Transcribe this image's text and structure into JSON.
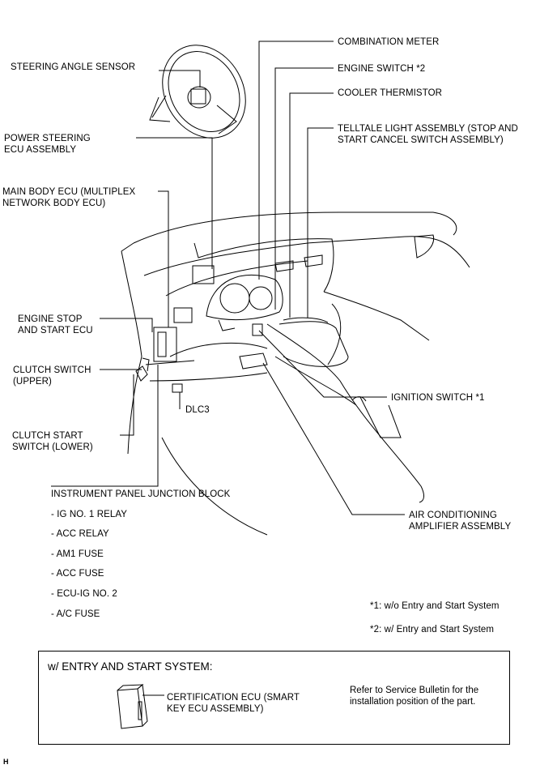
{
  "labels": {
    "combination_meter": "COMBINATION METER",
    "engine_switch": "ENGINE SWITCH *2",
    "cooler_thermistor": "COOLER THERMISTOR",
    "telltale_light": "TELLTALE LIGHT ASSEMBLY (STOP AND\nSTART CANCEL SWITCH ASSEMBLY)",
    "steering_angle_sensor": "STEERING ANGLE SENSOR",
    "power_steering_ecu": "POWER STEERING\nECU ASSEMBLY",
    "main_body_ecu": "MAIN BODY ECU (MULTIPLEX\nNETWORK BODY ECU)",
    "engine_stop_start_ecu": "ENGINE STOP\nAND START ECU",
    "clutch_switch_upper": "CLUTCH SWITCH\n(UPPER)",
    "clutch_start_switch": "CLUTCH START\nSWITCH (LOWER)",
    "dlc3": "DLC3",
    "ignition_switch": "IGNITION SWITCH *1",
    "air_conditioning_amplifier": "AIR CONDITIONING\nAMPLIFIER ASSEMBLY",
    "junction_block": "INSTRUMENT PANEL JUNCTION BLOCK"
  },
  "junction_items": [
    "- IG NO. 1 RELAY",
    "- ACC RELAY",
    "- AM1 FUSE",
    "- ACC FUSE",
    "- ECU-IG NO. 2",
    "- A/C FUSE"
  ],
  "footnotes": [
    "*1: w/o Entry and Start System",
    "*2: w/ Entry and Start System"
  ],
  "entry_box": {
    "title": "w/ ENTRY AND START SYSTEM:",
    "part": "CERTIFICATION ECU (SMART\nKEY ECU ASSEMBLY)",
    "note": "Refer to Service Bulletin for the\ninstallation position of the part."
  },
  "corner_mark": "H"
}
